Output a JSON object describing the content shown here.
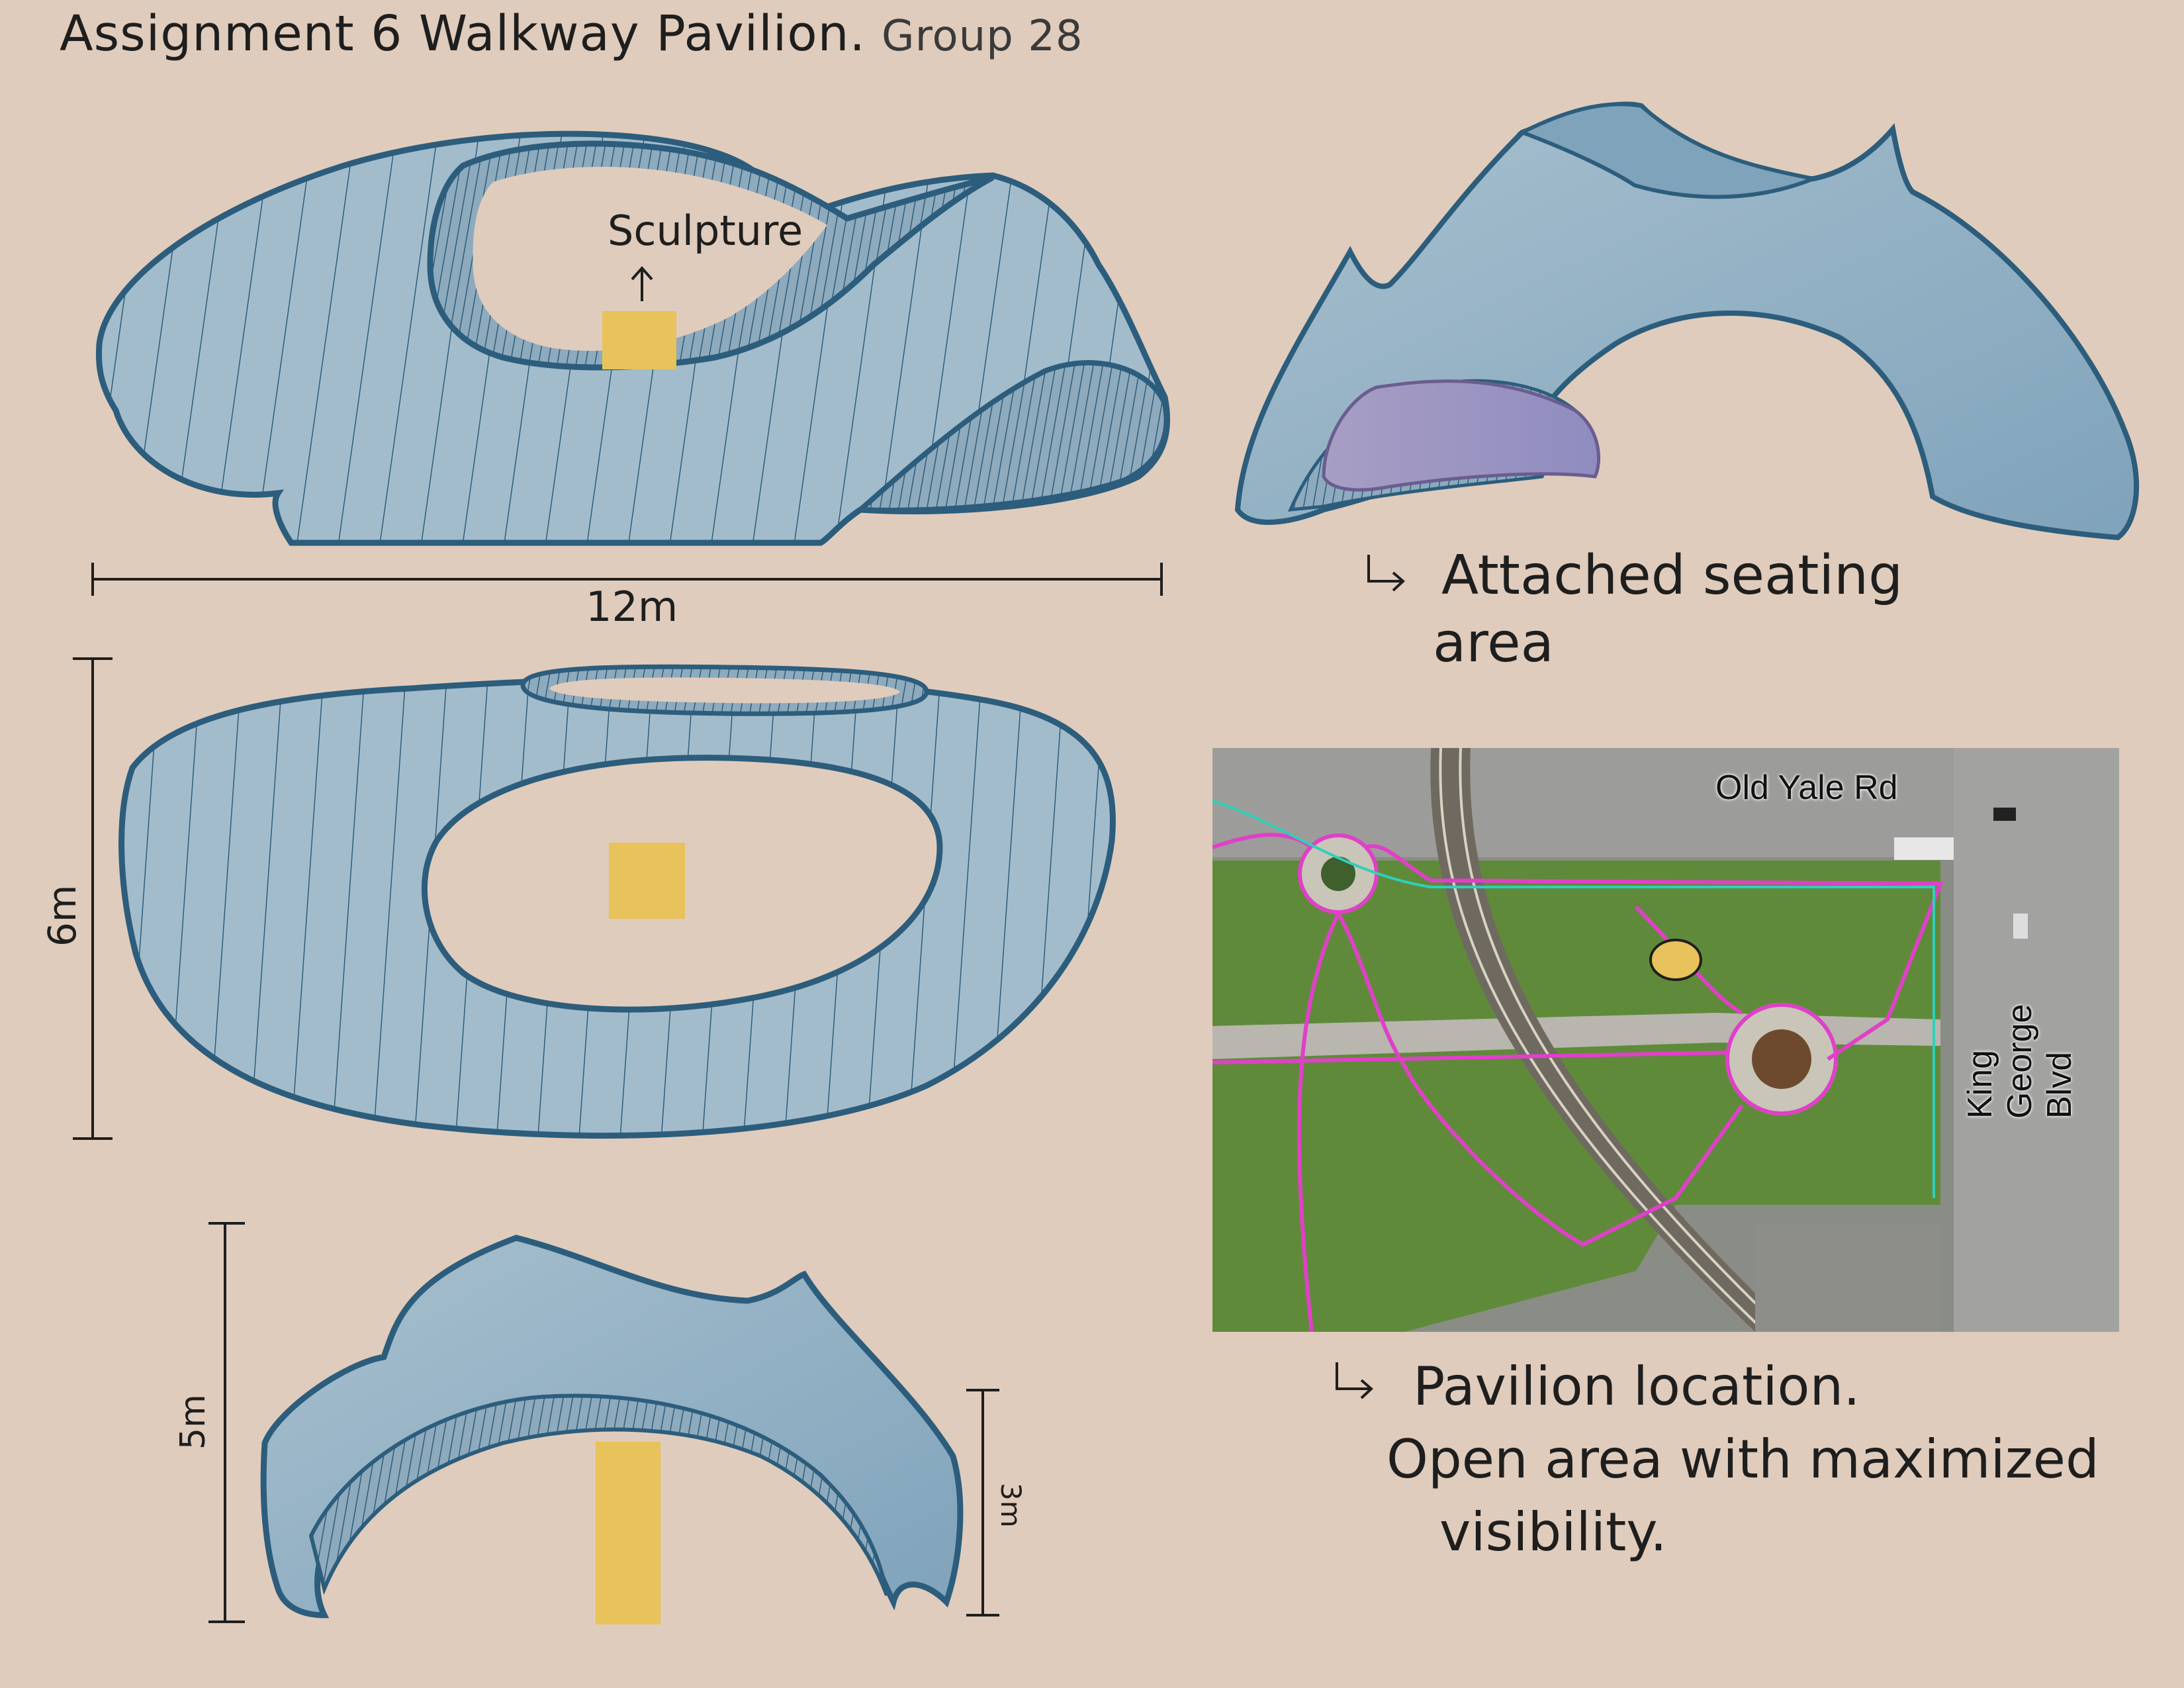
{
  "header": {
    "title": "Assignment 6 Walkway Pavilion.",
    "group": "Group 28"
  },
  "front_view": {
    "sculpture_label": "Sculpture",
    "width_label": "12m"
  },
  "top_view": {
    "depth_label": "6m"
  },
  "section_view": {
    "height_label": "5m",
    "opening_label": "3m"
  },
  "perspective_view": {
    "caption_line1": "Attached seating",
    "caption_line2": "area"
  },
  "site_map": {
    "street_north": "Old Yale Rd",
    "street_east": "King George Blvd",
    "caption_line1": "Pavilion location.",
    "caption_line2": "Open area with maximized",
    "caption_line3": "visibility."
  },
  "colors": {
    "background": "#e0ccbc",
    "shell_fill": "#9fb9c9",
    "shell_stroke": "#2c5d7c",
    "sculpture": "#e8c25a",
    "paths": "#e040c8"
  }
}
